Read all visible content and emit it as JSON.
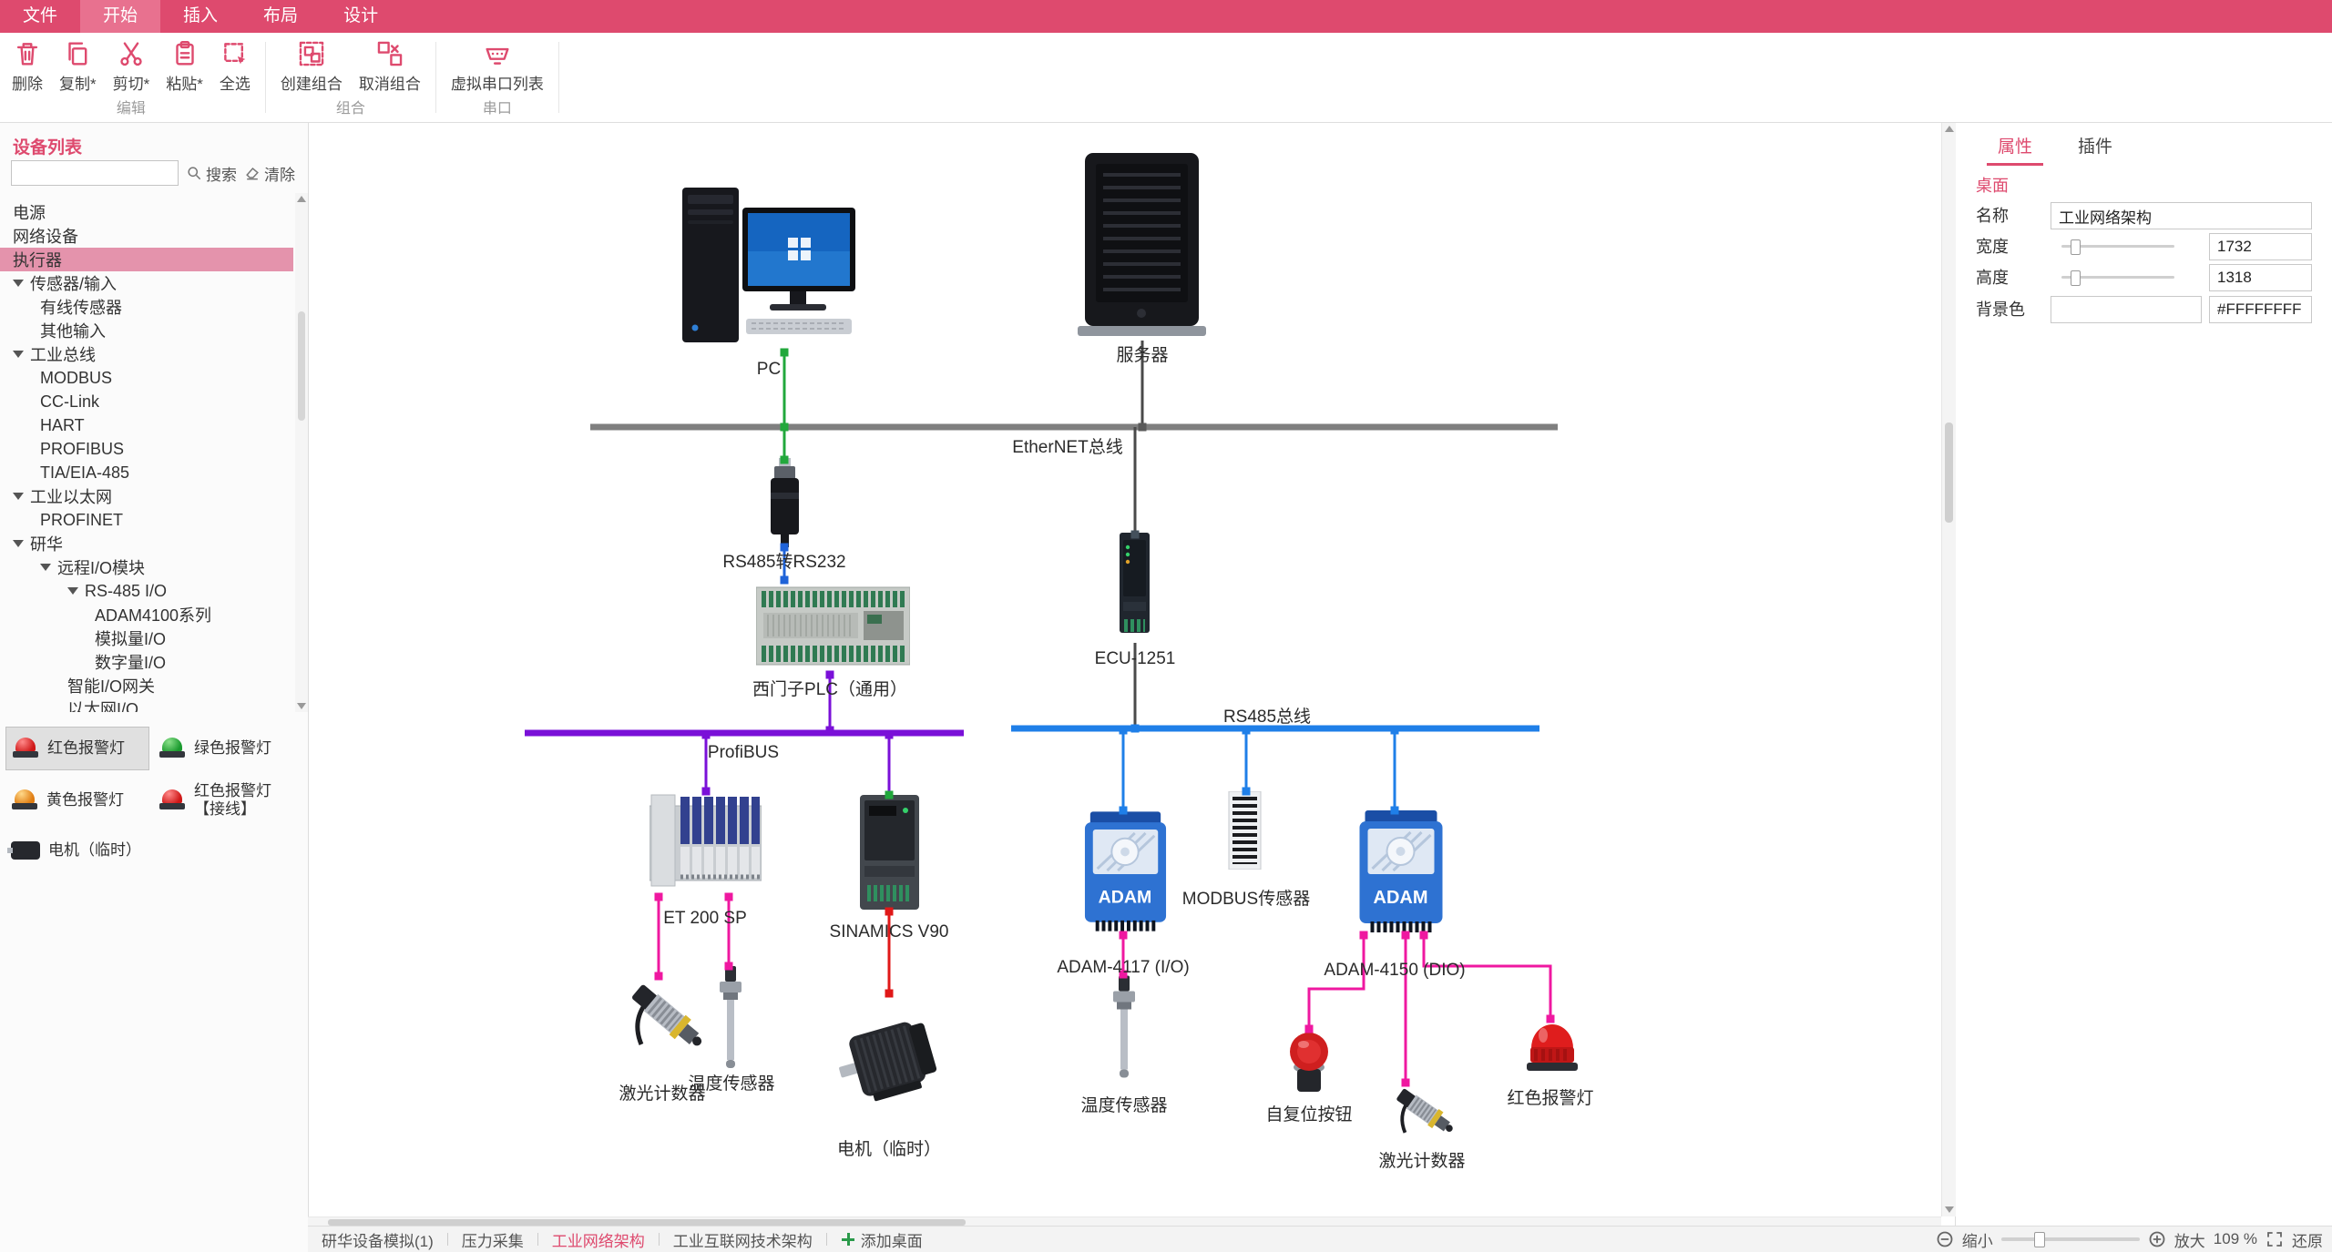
{
  "theme": {
    "accent": "#de4a6e",
    "selected_row": "#e493ac",
    "bus_ethernet": "#7f7f7f",
    "bus_rs485": "#1f7fe8",
    "bus_profibus": "#7a10d8",
    "wire_pink": "#ef18a0",
    "wire_red": "#e01818",
    "wire_green": "#22a83c",
    "wire_blue": "#1f63d8"
  },
  "menu": {
    "tabs": [
      "文件",
      "开始",
      "插入",
      "布局",
      "设计"
    ]
  },
  "toolbar": {
    "buttons": [
      "删除",
      "复制*",
      "剪切*",
      "粘贴*",
      "全选",
      "创建组合",
      "取消组合",
      "虚拟串口列表"
    ],
    "groups": [
      "编辑",
      "组合",
      "串口"
    ]
  },
  "sidebar": {
    "title": "设备列表",
    "search_label": "搜索",
    "clear_label": "清除",
    "search_value": "",
    "tree": [
      {
        "label": "电源"
      },
      {
        "label": "网络设备"
      },
      {
        "label": "执行器"
      },
      {
        "label": "传感器/输入"
      },
      {
        "label": "有线传感器"
      },
      {
        "label": "其他输入"
      },
      {
        "label": "工业总线"
      },
      {
        "label": "MODBUS"
      },
      {
        "label": "CC-Link"
      },
      {
        "label": "HART"
      },
      {
        "label": "PROFIBUS"
      },
      {
        "label": "TIA/EIA-485"
      },
      {
        "label": "工业以太网"
      },
      {
        "label": "PROFINET"
      },
      {
        "label": "研华"
      },
      {
        "label": "远程I/O模块"
      },
      {
        "label": "RS-485 I/O"
      },
      {
        "label": "ADAM4100系列"
      },
      {
        "label": "模拟量I/O"
      },
      {
        "label": "数字量I/O"
      },
      {
        "label": "智能I/O网关"
      },
      {
        "label": "以太网I/O"
      }
    ],
    "palette": [
      {
        "label": "红色报警灯"
      },
      {
        "label": "绿色报警灯"
      },
      {
        "label": "黄色报警灯"
      },
      {
        "label": "红色报警灯【接线】"
      },
      {
        "label": "电机（临时）"
      }
    ]
  },
  "canvas": {
    "labels": {
      "pc": "PC",
      "server": "服务器",
      "ethernet_bus": "EtherNET总线",
      "rs485_converter": "RS485转RS232",
      "plc": "西门子PLC（通用）",
      "ecu": "ECU-1251",
      "rs485_bus": "RS485总线",
      "profibus": "ProfiBUS",
      "et200sp": "ET 200 SP",
      "v90": "SINAMICS V90",
      "modbus_sensor": "MODBUS传感器",
      "adam4117": "ADAM-4117 (I/O)",
      "adam4150": "ADAM-4150 (DIO)",
      "laser1": "激光计数器",
      "temp1": "温度传感器",
      "motor": "电机（临时）",
      "temp2": "温度传感器",
      "reset_button": "自复位按钮",
      "laser2": "激光计数器",
      "red_alarm": "红色报警灯",
      "adam_badge": "ADAM"
    }
  },
  "properties": {
    "tabs": [
      "属性",
      "插件"
    ],
    "section": "桌面",
    "fields": [
      {
        "label": "名称",
        "value": "工业网络架构"
      },
      {
        "label": "宽度",
        "value": "1732"
      },
      {
        "label": "高度",
        "value": "1318"
      },
      {
        "label": "背景色",
        "value": "",
        "value2": "#FFFFFFFF"
      }
    ]
  },
  "bottombar": {
    "tabs": [
      "研华设备模拟(1)",
      "压力采集",
      "工业网络架构",
      "工业互联网技术架构",
      "添加桌面"
    ],
    "zoom_out": "缩小",
    "zoom_in": "放大",
    "zoom_value": "109 %",
    "restore": "还原"
  }
}
